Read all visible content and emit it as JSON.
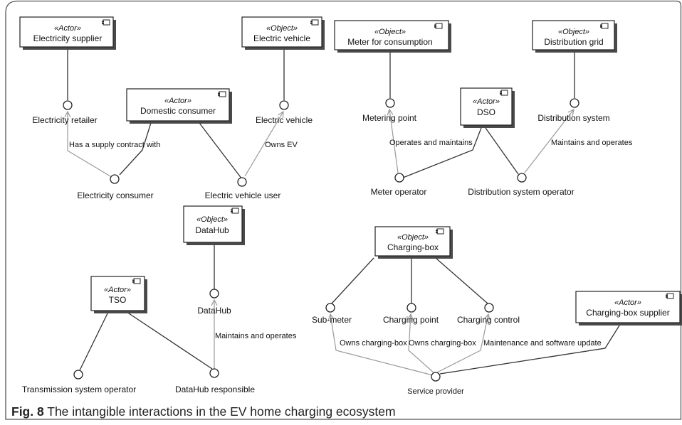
{
  "diagram": {
    "blocks": [
      {
        "id": "electricity-supplier",
        "stereotype": "«Actor»",
        "name": "Electricity supplier"
      },
      {
        "id": "electric-vehicle-object",
        "stereotype": "«Object»",
        "name": "Electric vehicle"
      },
      {
        "id": "domestic-consumer",
        "stereotype": "«Actor»",
        "name": "Domestic consumer"
      },
      {
        "id": "meter-for-consumption",
        "stereotype": "«Object»",
        "name": "Meter for consumption"
      },
      {
        "id": "distribution-grid",
        "stereotype": "«Object»",
        "name": "Distribution grid"
      },
      {
        "id": "dso",
        "stereotype": "«Actor»",
        "name": "DSO"
      },
      {
        "id": "datahub-object",
        "stereotype": "«Object»",
        "name": "DataHub"
      },
      {
        "id": "tso",
        "stereotype": "«Actor»",
        "name": "TSO"
      },
      {
        "id": "charging-box",
        "stereotype": "«Object»",
        "name": "Charging-box"
      },
      {
        "id": "charging-box-supplier",
        "stereotype": "«Actor»",
        "name": "Charging-box supplier"
      }
    ],
    "interfaces": [
      {
        "id": "electricity-retailer",
        "label": "Electricity retailer"
      },
      {
        "id": "electric-vehicle-iface",
        "label": "Electric vehicle"
      },
      {
        "id": "electricity-consumer",
        "label": "Electricity consumer"
      },
      {
        "id": "electric-vehicle-user",
        "label": "Electric vehicle user"
      },
      {
        "id": "metering-point",
        "label": "Metering point"
      },
      {
        "id": "distribution-system",
        "label": "Distribution system"
      },
      {
        "id": "meter-operator",
        "label": "Meter operator"
      },
      {
        "id": "distribution-system-operator",
        "label": "Distribution system operator"
      },
      {
        "id": "datahub-iface",
        "label": "DataHub"
      },
      {
        "id": "transmission-system-operator",
        "label": "Transmission system operator"
      },
      {
        "id": "datahub-responsible",
        "label": "DataHub responsible"
      },
      {
        "id": "sub-meter",
        "label": "Sub-meter"
      },
      {
        "id": "charging-point",
        "label": "Charging point"
      },
      {
        "id": "charging-control",
        "label": "Charging control"
      },
      {
        "id": "service-provider",
        "label": "Service provider"
      }
    ],
    "relations": [
      {
        "id": "has-supply-contract",
        "label": "Has a supply contract with"
      },
      {
        "id": "owns-ev",
        "label": "Owns EV"
      },
      {
        "id": "operates-and-maintains",
        "label": "Operates and maintains"
      },
      {
        "id": "maintains-and-operates-dso",
        "label": "Maintains and operates"
      },
      {
        "id": "maintains-and-operates-datahub",
        "label": "Maintains and operates"
      },
      {
        "id": "owns-charging-box-1",
        "label": "Owns charging-box"
      },
      {
        "id": "owns-charging-box-2",
        "label": "Owns charging-box"
      },
      {
        "id": "maintenance-software-update",
        "label": "Maintenance and software update"
      }
    ]
  },
  "caption": {
    "figure_number": "Fig. 8",
    "text": "The intangible interactions in the EV home charging ecosystem"
  },
  "colors": {
    "frame": "#555555",
    "line": "#333333",
    "arrow": "#9a9a9a",
    "block_fill": "#ffffff",
    "shadow": "#4a4a4a"
  }
}
